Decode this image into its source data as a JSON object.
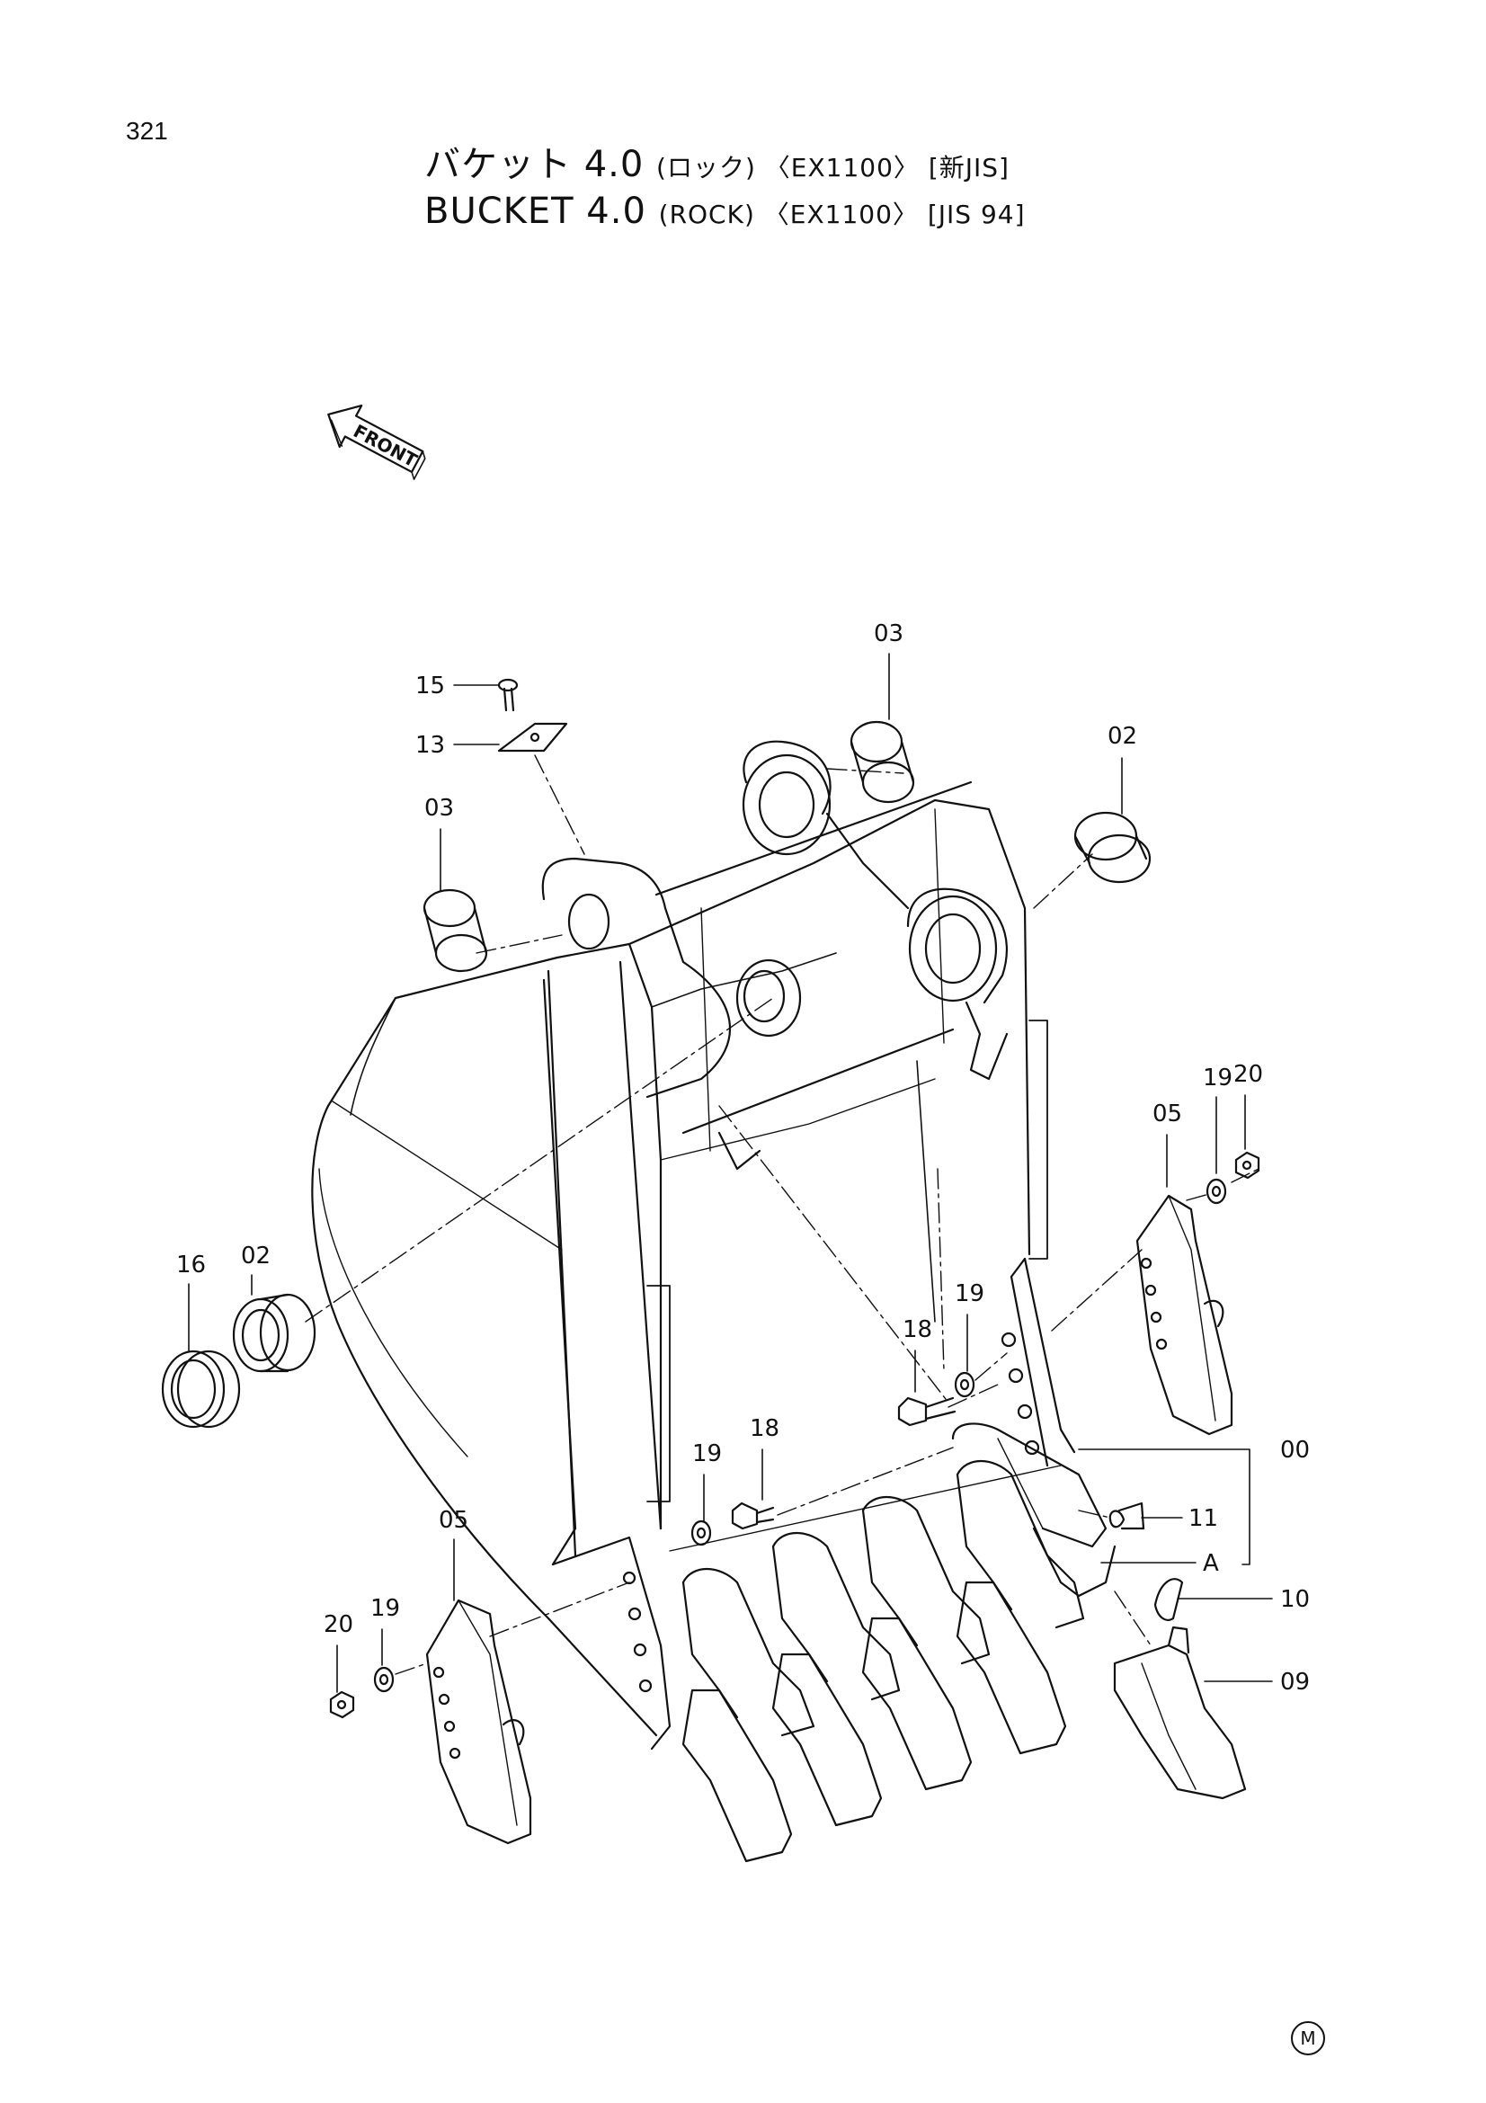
{
  "page_number": "321",
  "title_jp": {
    "main": "バケット 4.0",
    "paren": "(ロック) 〈EX1100〉 [新JIS]"
  },
  "title_en": {
    "main": "BUCKET 4.0",
    "paren": "(ROCK) 〈EX1100〉 [JIS 94]"
  },
  "front_label": "FRONT",
  "part_labels": {
    "p15": "15",
    "p13": "13",
    "p03a": "03",
    "p03b": "03",
    "p02a": "02",
    "p02b": "02",
    "p16": "16",
    "p05a": "05",
    "p05b": "05",
    "p19a": "19",
    "p19b": "19",
    "p19c": "19",
    "p19d": "19",
    "p20a": "20",
    "p20b": "20",
    "p18a": "18",
    "p18b": "18",
    "p00": "00",
    "pA": "A",
    "p11": "11",
    "p10": "10",
    "p09": "09"
  },
  "footer_mark": "M"
}
